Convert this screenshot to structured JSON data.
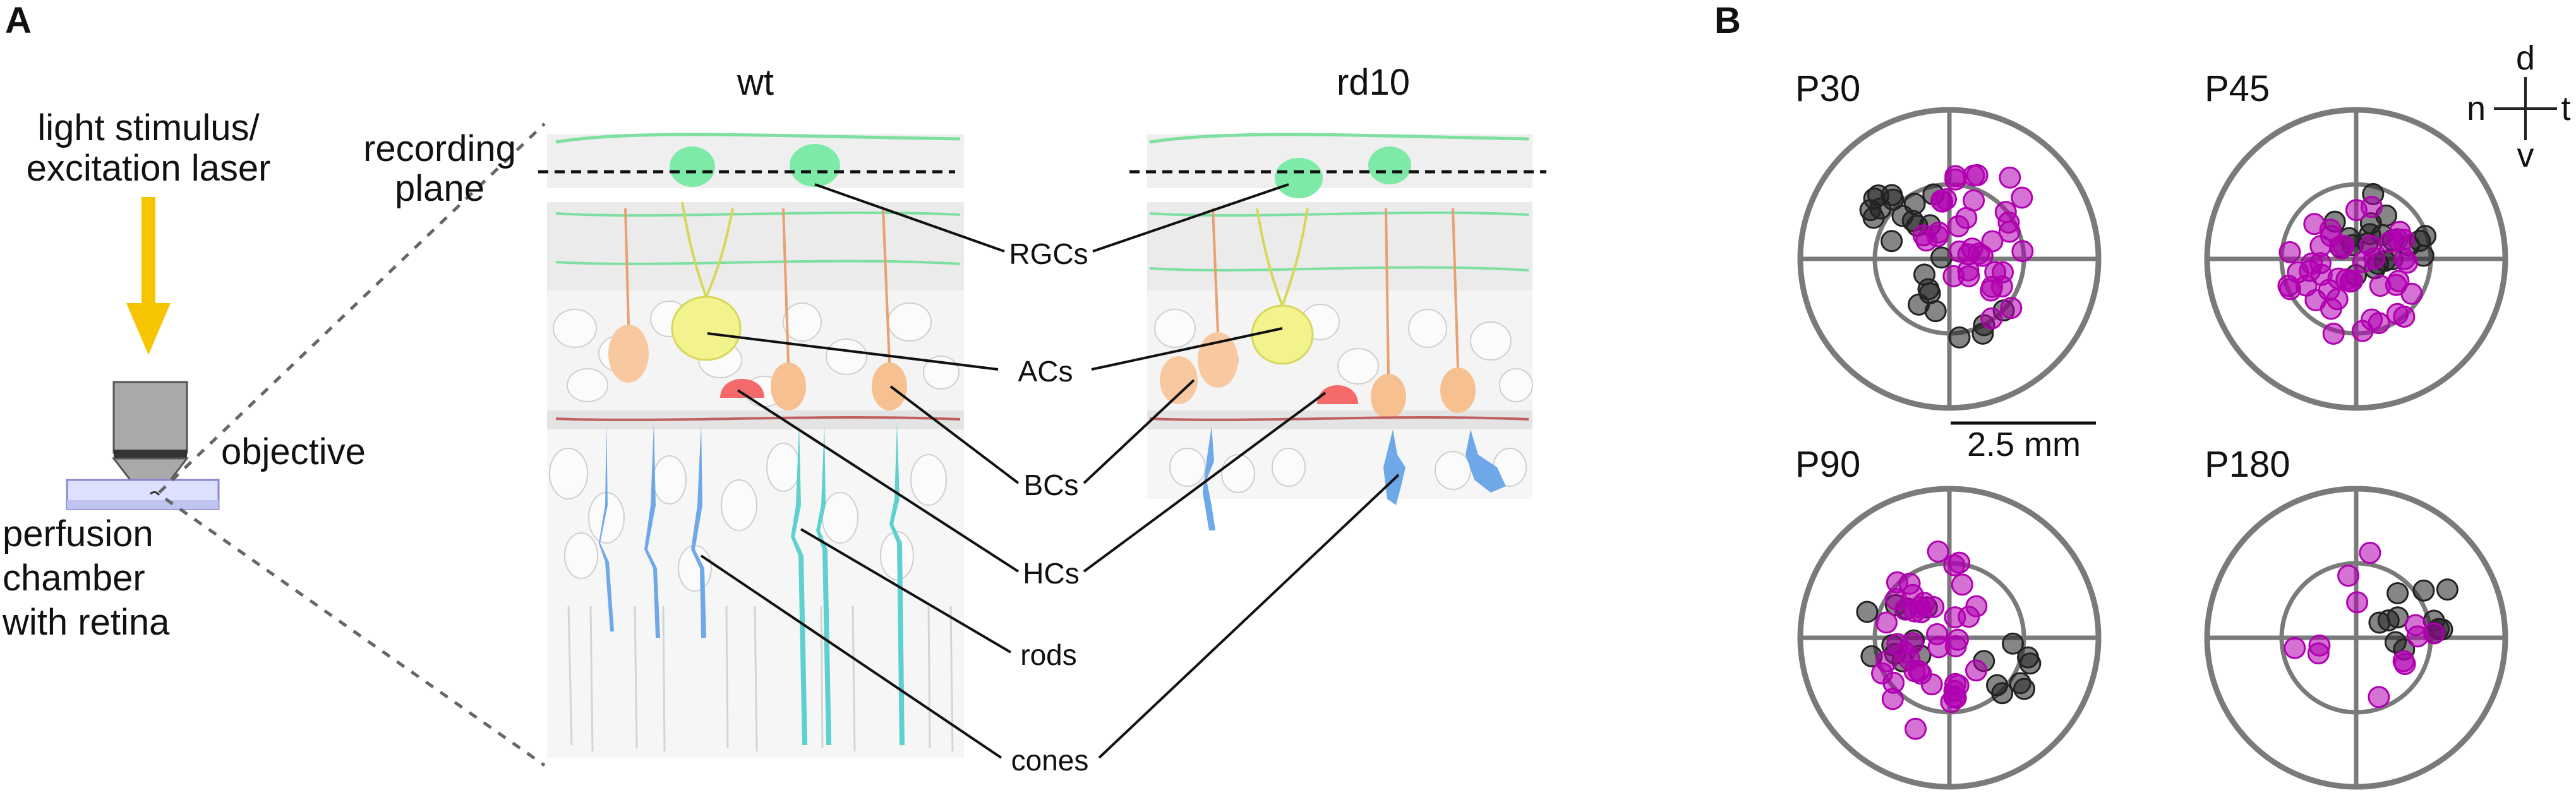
{
  "panel_a": {
    "letter": "A",
    "stimulus_line1": "light stimulus/",
    "stimulus_line2": "excitation laser",
    "objective": "objective",
    "chamber_line1": "perfusion",
    "chamber_line2": "chamber",
    "chamber_line3": "with retina",
    "recording_line1": "recording",
    "recording_line2": "plane",
    "retina_wt": "wt",
    "retina_rd10": "rd10",
    "cell_labels": [
      "RGCs",
      "ACs",
      "BCs",
      "HCs",
      "rods",
      "cones"
    ]
  },
  "panel_b": {
    "letter": "B",
    "compass": {
      "d": "d",
      "n": "n",
      "t": "t",
      "v": "v"
    },
    "scale_bar": "2.5 mm",
    "plots": [
      {
        "label": "P30"
      },
      {
        "label": "P45"
      },
      {
        "label": "P90"
      },
      {
        "label": "P180"
      }
    ],
    "colors": {
      "black_dots": "#222222",
      "magenta_dots": "#b000b0",
      "ring": "#7a7a7a"
    }
  }
}
